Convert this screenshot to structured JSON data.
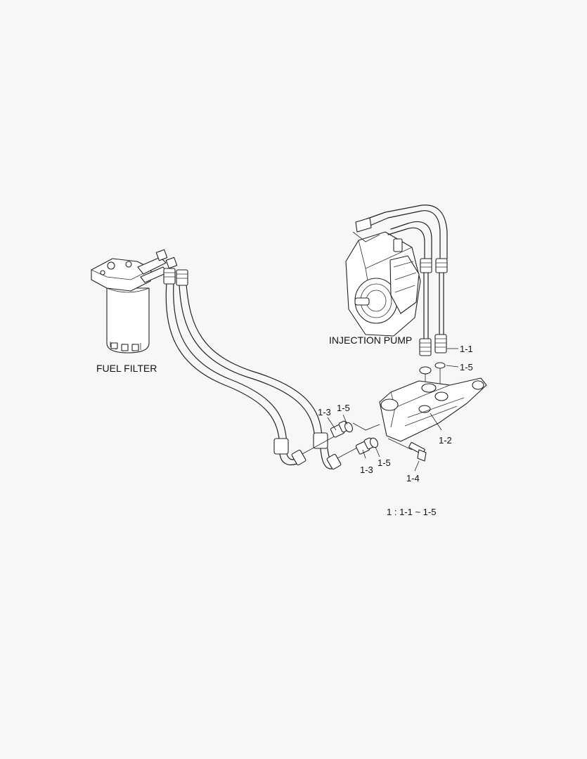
{
  "labels": {
    "fuel_filter": "FUEL FILTER",
    "injection_pump": "INJECTION PUMP",
    "part_1_1": "1-1",
    "part_1_5_upper": "1-5",
    "part_1_2": "1-2",
    "part_1_3_upper": "1-3",
    "part_1_5_mid": "1-5",
    "part_1_3_lower": "1-3",
    "part_1_5_lower": "1-5",
    "part_1_4": "1-4",
    "legend": "1 : 1-1 ~ 1-5"
  },
  "colors": {
    "background": "#f7f7f7",
    "line": "#222222",
    "fill": "#ffffff"
  }
}
